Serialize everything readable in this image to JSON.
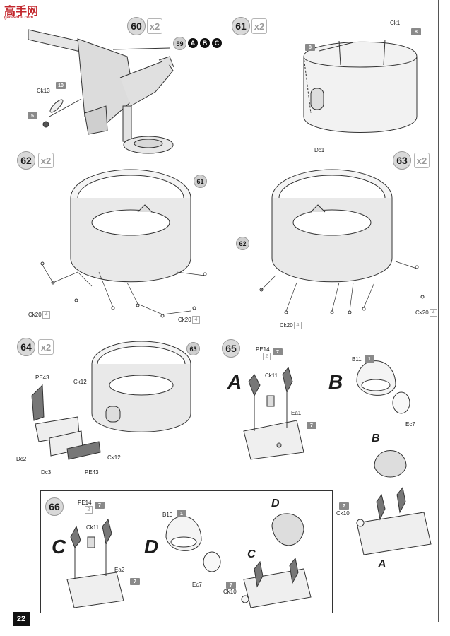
{
  "watermark": {
    "mark": "高手网",
    "url": "gao-shou.com"
  },
  "page_number": "22",
  "steps": {
    "s60": {
      "num": "60",
      "mult": "x2",
      "ref": "59",
      "ref_letters": [
        "A",
        "B",
        "C"
      ],
      "labels": {
        "ck13": "Ck13",
        "t10": "10",
        "t5": "5"
      }
    },
    "s61": {
      "num": "61",
      "mult": "x2",
      "labels": {
        "ck1": "Ck1",
        "t8a": "8",
        "t8b": "8",
        "dc1": "Dc1"
      }
    },
    "s62": {
      "num": "62",
      "mult": "x2",
      "ref": "61",
      "labels": {
        "ck20a": "Ck20",
        "ck20a_x": "4",
        "ck20b": "Ck20",
        "ck20b_x": "4"
      }
    },
    "s63": {
      "num": "63",
      "mult": "x2",
      "ref": "62",
      "labels": {
        "ck20a": "Ck20",
        "ck20a_x": "4",
        "ck20b": "Ck20",
        "ck20b_x": "4"
      }
    },
    "s64": {
      "num": "64",
      "mult": "x2",
      "ref": "63",
      "labels": {
        "pe43a": "PE43",
        "ck12a": "Ck12",
        "dc2": "Dc2",
        "dc3": "Dc3",
        "pe43b": "PE43",
        "ck12b": "Ck12"
      }
    },
    "s65": {
      "num": "65",
      "labels": {
        "pe14": "PE14",
        "pe14_x": "2",
        "t7a": "7",
        "ck11": "Ck11",
        "ea1": "Ea1",
        "t7b": "7",
        "b11": "B11",
        "t1": "1",
        "ec7": "Ec7",
        "ck10": "Ck10",
        "t7c": "7"
      },
      "letters": {
        "a": "A",
        "b": "B",
        "b_small": "B",
        "a_small": "A"
      }
    },
    "s66": {
      "num": "66",
      "labels": {
        "pe14": "PE14",
        "pe14_x": "2",
        "t7a": "7",
        "ck11": "Ck11",
        "ea2": "Ea2",
        "t7b": "7",
        "b10": "B10",
        "t1": "1",
        "ec7": "Ec7",
        "ck10": "Ck10",
        "t7c": "7"
      },
      "letters": {
        "c": "C",
        "d": "D",
        "d_small": "D",
        "c_small": "C"
      }
    }
  }
}
